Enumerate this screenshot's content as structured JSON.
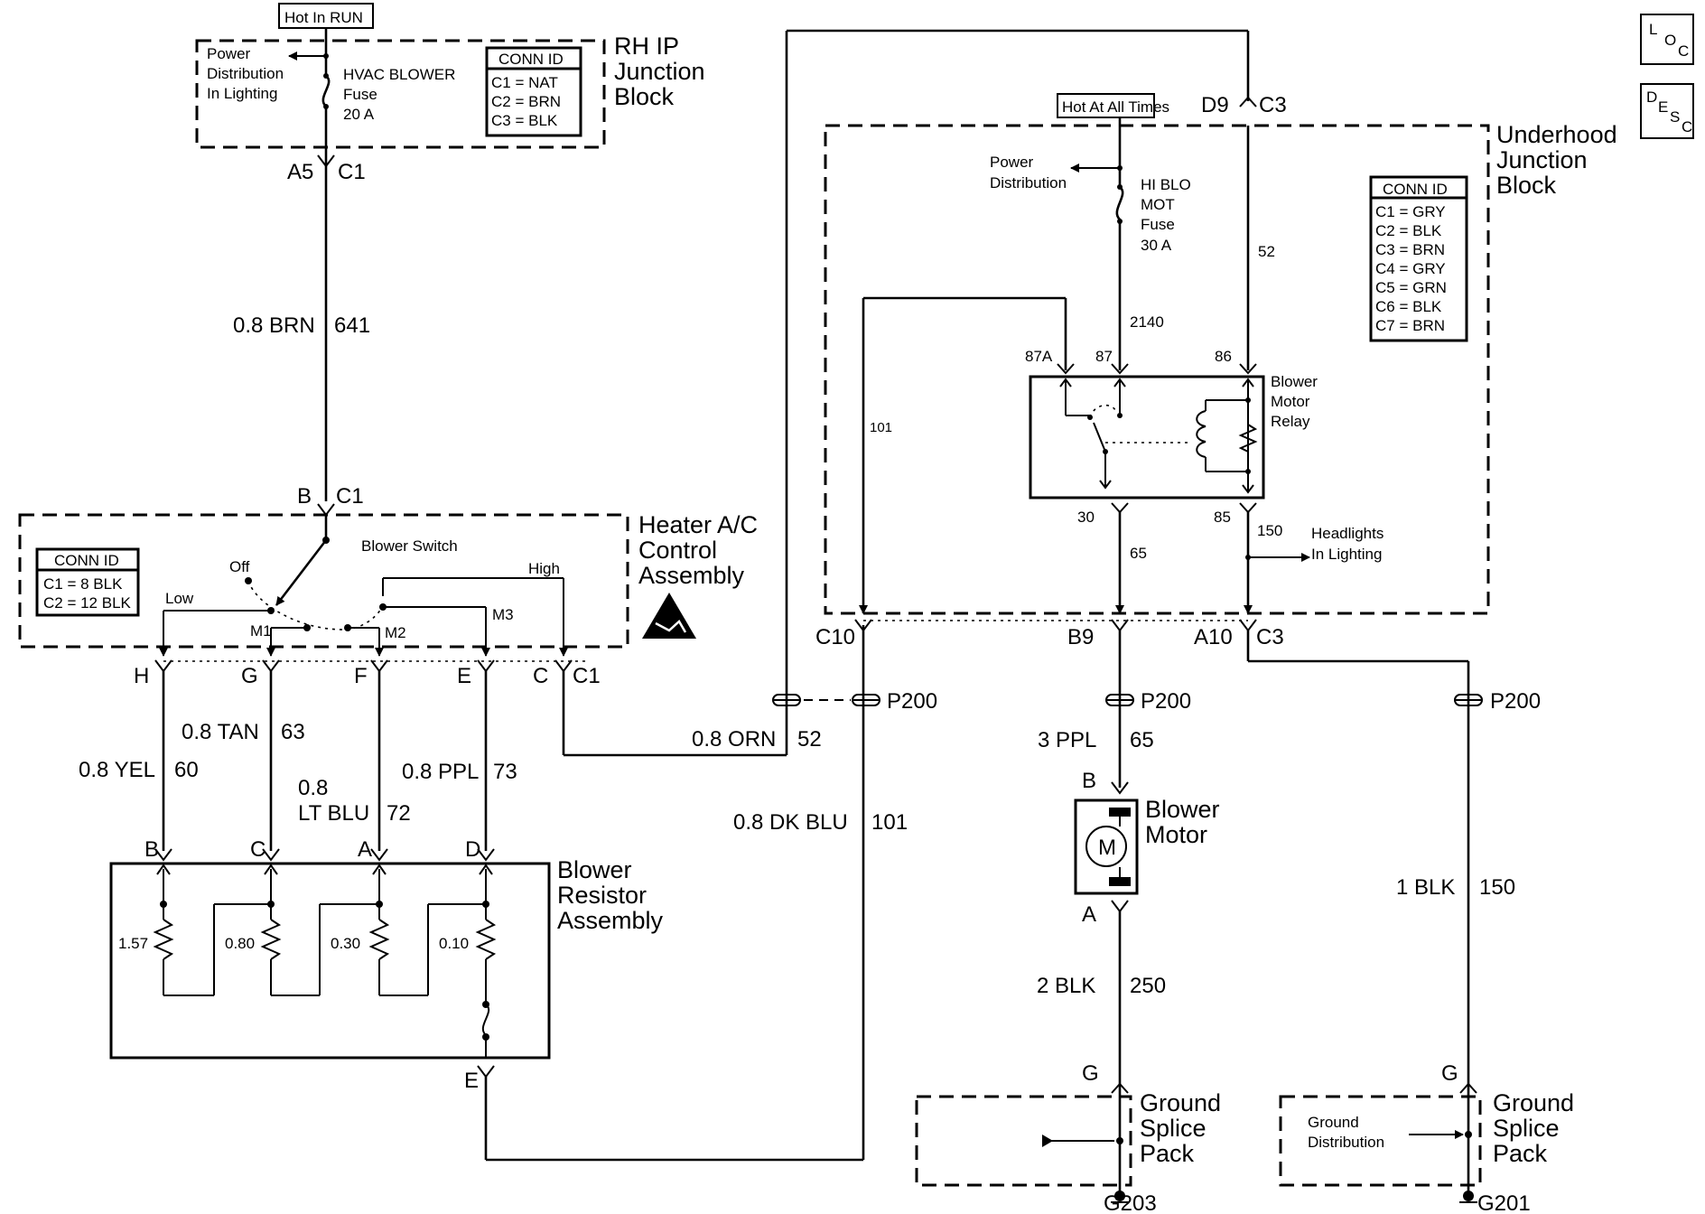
{
  "icons": {
    "loc": {
      "a": "L",
      "b": "O",
      "c": "C"
    },
    "desc": {
      "a": "D",
      "b": "E",
      "c": "S",
      "d": "C"
    }
  },
  "rh_block": {
    "hot_label": "Hot In RUN",
    "power_dist": [
      "Power",
      "Distribution",
      "In Lighting"
    ],
    "fuse": [
      "HVAC BLOWER",
      "Fuse",
      "20 A"
    ],
    "conn_title": "CONN ID",
    "conn": [
      "C1 = NAT",
      "C2 = BRN",
      "C3 = BLK"
    ],
    "name": [
      "RH IP",
      "Junction",
      "Block"
    ],
    "pin_a": "A5",
    "pin_c": "C1"
  },
  "wire_641": {
    "gauge": "0.8 BRN",
    "circuit": "641"
  },
  "control": {
    "pin_b": "B",
    "pin_c": "C1",
    "switch_label": "Blower Switch",
    "positions": [
      "Off",
      "Low",
      "M1",
      "M2",
      "M3",
      "High"
    ],
    "conn_title": "CONN ID",
    "conn": [
      "C1 = 8 BLK",
      "C2 = 12 BLK"
    ],
    "name": [
      "Heater A/C",
      "Control",
      "Assembly"
    ],
    "pins": [
      "H",
      "G",
      "F",
      "E",
      "C",
      "C1"
    ]
  },
  "wires_lower": {
    "yel": {
      "gauge": "0.8 YEL",
      "circuit": "60"
    },
    "tan": {
      "gauge": "0.8 TAN",
      "circuit": "63"
    },
    "ltblu": {
      "gauge1": "0.8",
      "gauge2": "LT BLU",
      "circuit": "72"
    },
    "ppl": {
      "gauge": "0.8 PPL",
      "circuit": "73"
    },
    "orn": {
      "gauge": "0.8 ORN",
      "circuit": "52"
    },
    "dkblu": {
      "gauge": "0.8 DK BLU",
      "circuit": "101"
    }
  },
  "resistor": {
    "pins": [
      "B",
      "C",
      "A",
      "D",
      "E"
    ],
    "values": [
      "1.57",
      "0.80",
      "0.30",
      "0.10"
    ],
    "name": [
      "Blower",
      "Resistor",
      "Assembly"
    ]
  },
  "underhood": {
    "hot_label": "Hot At All Times",
    "pin_d9": "D9",
    "pin_c3": "C3",
    "power_dist": [
      "Power",
      "Distribution"
    ],
    "fuse": [
      "HI BLO",
      "MOT",
      "Fuse",
      "30 A"
    ],
    "circuits": {
      "c52": "52",
      "c2140": "2140",
      "c101": "101",
      "c65": "65",
      "c150": "150"
    },
    "relay_pins": {
      "p87a": "87A",
      "p87": "87",
      "p86": "86",
      "p30": "30",
      "p85": "85"
    },
    "relay_name": [
      "Blower",
      "Motor",
      "Relay"
    ],
    "headlights": [
      "Headlights",
      "In Lighting"
    ],
    "conn_title": "CONN ID",
    "conn": [
      "C1 = GRY",
      "C2 = BLK",
      "C3 = BRN",
      "C4 = GRY",
      "C5 = GRN",
      "C6 = BLK",
      "C7 = BRN"
    ],
    "name": [
      "Underhood",
      "Junction",
      "Block"
    ],
    "bottom_pins": {
      "c10": "C10",
      "b9": "B9",
      "a10": "A10",
      "c3": "C3"
    }
  },
  "p200": "P200",
  "motor": {
    "wire_top": {
      "gauge": "3 PPL",
      "circuit": "65"
    },
    "pin_b": "B",
    "pin_a": "A",
    "symbol": "M",
    "name": [
      "Blower",
      "Motor"
    ],
    "wire_bottom": {
      "gauge": "2 BLK",
      "circuit": "250"
    }
  },
  "wire_150": {
    "gauge": "1 BLK",
    "circuit": "150"
  },
  "ground_left": {
    "pin": "G",
    "name": [
      "Ground",
      "Splice",
      "Pack"
    ],
    "ground": "G203"
  },
  "ground_right": {
    "pin": "G",
    "name": [
      "Ground",
      "Splice",
      "Pack"
    ],
    "dist": [
      "Ground",
      "Distribution"
    ],
    "ground": "G201"
  }
}
